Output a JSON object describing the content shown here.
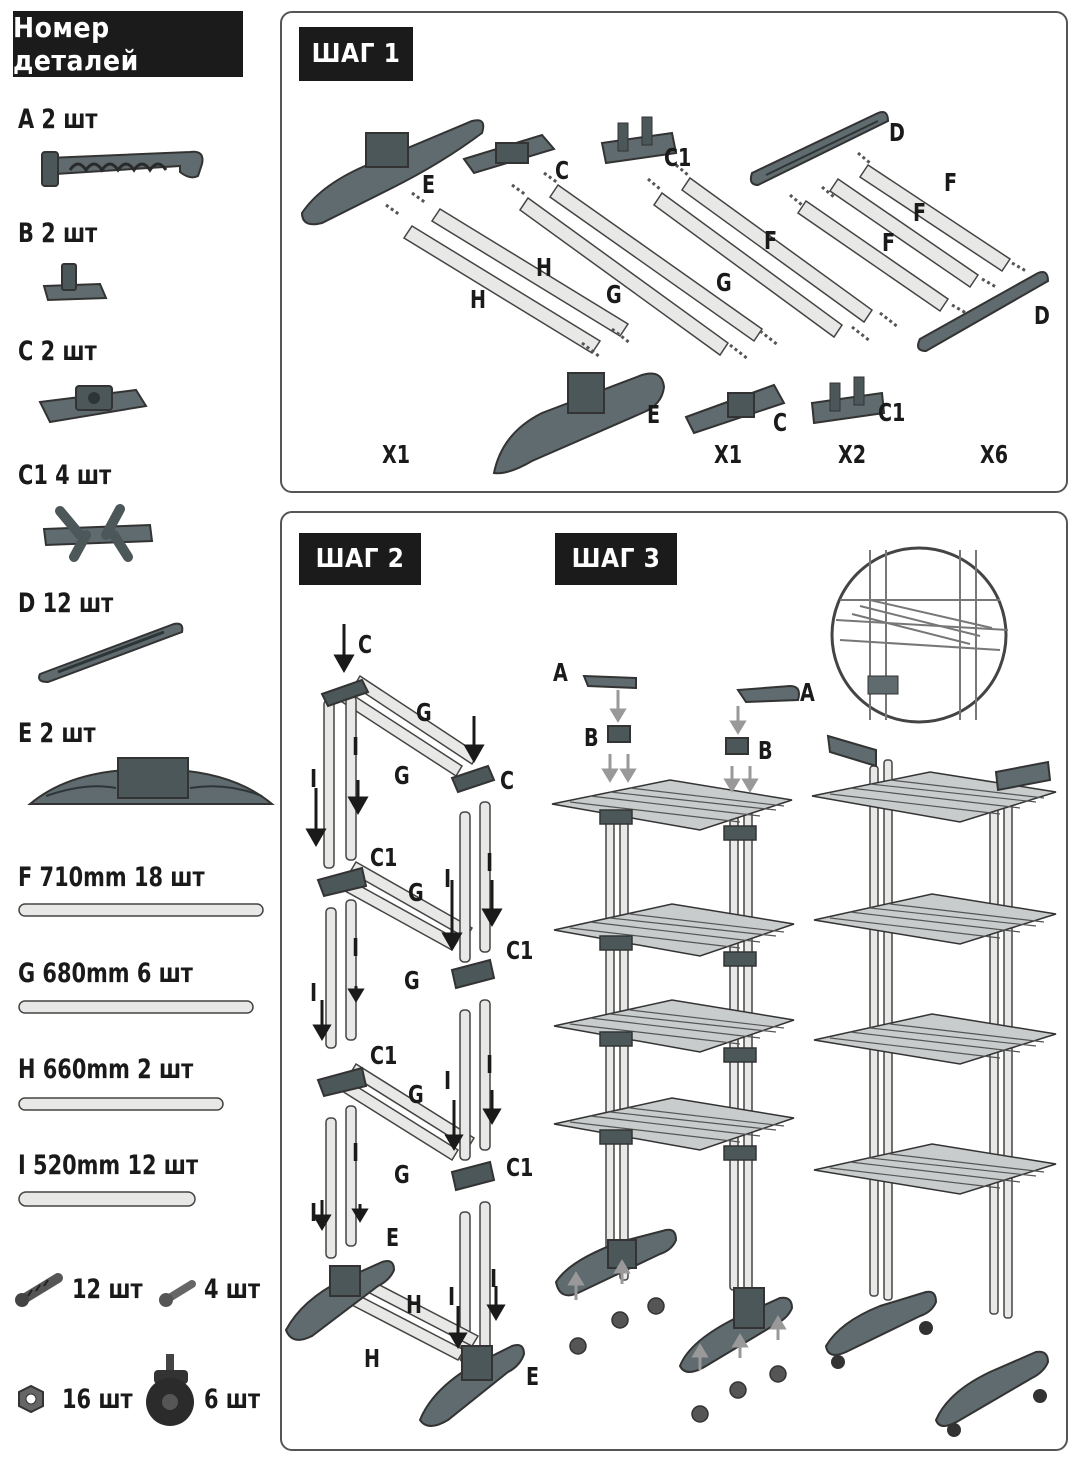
{
  "parts_header": "Номер деталей",
  "parts": [
    {
      "id": "A",
      "label": "A 2 шт"
    },
    {
      "id": "B",
      "label": "B 2 шт"
    },
    {
      "id": "C",
      "label": "C 2 шт"
    },
    {
      "id": "C1",
      "label": "C1 4 шт"
    },
    {
      "id": "D",
      "label": "D 12 шт"
    },
    {
      "id": "E",
      "label": "E 2 шт"
    },
    {
      "id": "F",
      "label": "F 710mm 18 шт"
    },
    {
      "id": "G",
      "label": "G 680mm 6 шт"
    },
    {
      "id": "H",
      "label": "H 660mm 2 шт"
    },
    {
      "id": "I",
      "label": "I 520mm 12 шт"
    }
  ],
  "hardware": {
    "bolt_count": "12 шт",
    "screw_count": "4 шт",
    "nut_count": "16 шт",
    "wheel_count": "6 шт"
  },
  "step1": {
    "title": "ШАГ 1",
    "labels": {
      "E1": "E",
      "C_top": "C",
      "C1_top": "C1",
      "D_top": "D",
      "F1": "F",
      "F2": "F",
      "F3": "F",
      "F4": "F",
      "H1": "H",
      "H2": "H",
      "G1": "G",
      "G2": "G",
      "D_bot": "D",
      "E2": "E",
      "C_bot": "C",
      "C1_bot": "C1"
    },
    "counts": {
      "x1a": "X1",
      "x1b": "X1",
      "x2": "X2",
      "x6": "X6"
    }
  },
  "step2": {
    "title": "ШАГ 2",
    "labels": {
      "C_top": "C",
      "G1": "G",
      "G2": "G",
      "C_right": "C",
      "C1_a": "C1",
      "G3": "G",
      "C1_b": "C1",
      "G4": "G",
      "C1_c": "C1",
      "G5": "G",
      "G6": "G",
      "C1_d": "C1",
      "E_top": "E",
      "H1": "H",
      "H2": "H",
      "E_bot": "E",
      "I1": "I",
      "I2": "I",
      "I3": "I",
      "I4": "I",
      "I5": "I",
      "I6": "I",
      "I7": "I",
      "I8": "I",
      "I9": "I",
      "I10": "I",
      "I11": "I",
      "I12": "I"
    }
  },
  "step3": {
    "title": "ШАГ 3",
    "labels": {
      "A_left": "A",
      "A_right": "A",
      "B_left": "B",
      "B_right": "B"
    }
  },
  "colors": {
    "part": "#5f6b6e",
    "part_dark": "#3e484b",
    "rod": "#e8e8e6",
    "rod_edge": "#444",
    "header": "#1b1b1b",
    "panel_border": "#555"
  }
}
